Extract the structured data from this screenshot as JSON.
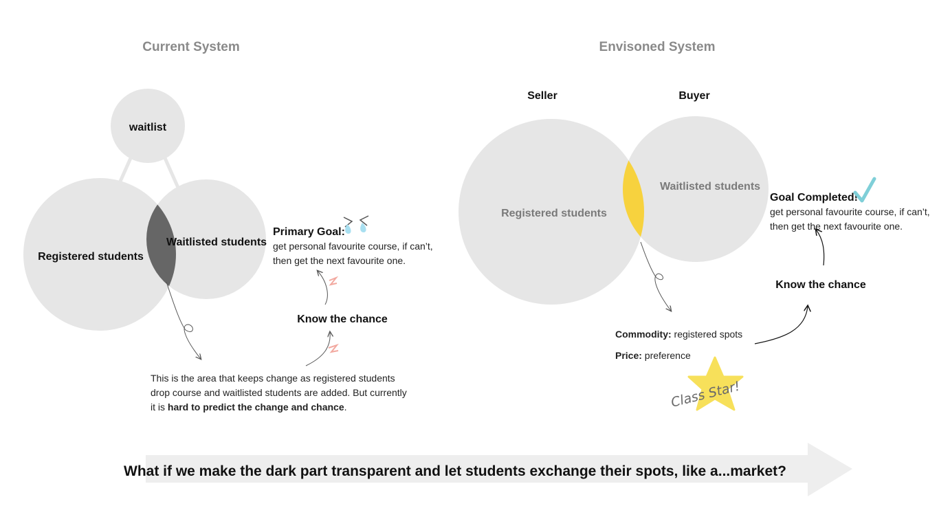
{
  "current": {
    "title": "Current System",
    "waitlist": "waitlist",
    "registered": "Registered students",
    "waitlisted": "Waitlisted students",
    "primary_goal_label": "Primary Goal:",
    "goal_line1": "get personal favourite course, if can’t,",
    "goal_line2": "then get the next favourite one.",
    "know_chance": "Know the chance",
    "note_line1": "This is the area that keeps change as registered students",
    "note_line2": "drop course and waitlisted students are added. But currently",
    "note_line3_a": "it is ",
    "note_line3_b": "hard to predict the change and chance",
    "note_line3_c": "."
  },
  "envisioned": {
    "title": "Envisoned System",
    "seller": "Seller",
    "buyer": "Buyer",
    "registered": "Registered students",
    "waitlisted": "Waitlisted students",
    "goal_completed_label": "Goal Completed!",
    "goal_line1": "get personal favourite course, if can’t,",
    "goal_line2": "then get the next favourite one.",
    "know_chance": "Know the chance",
    "commodity_label": "Commodity:",
    "commodity_value": " registered spots",
    "price_label": "Price:",
    "price_value": " preference",
    "star_text": "Class Star!"
  },
  "bottom_question": "What if we make the dark part transparent and let students exchange their spots, like a...market?",
  "colors": {
    "circle": "#e6e6e6",
    "overlap_dark": "#666666",
    "overlap_yellow": "#f7d23e",
    "star": "#f7e05a",
    "check": "#7fcfd8",
    "tears": "#a8dff0",
    "bolt": "#f2a9a0",
    "arrow_band": "#eeeeee"
  }
}
